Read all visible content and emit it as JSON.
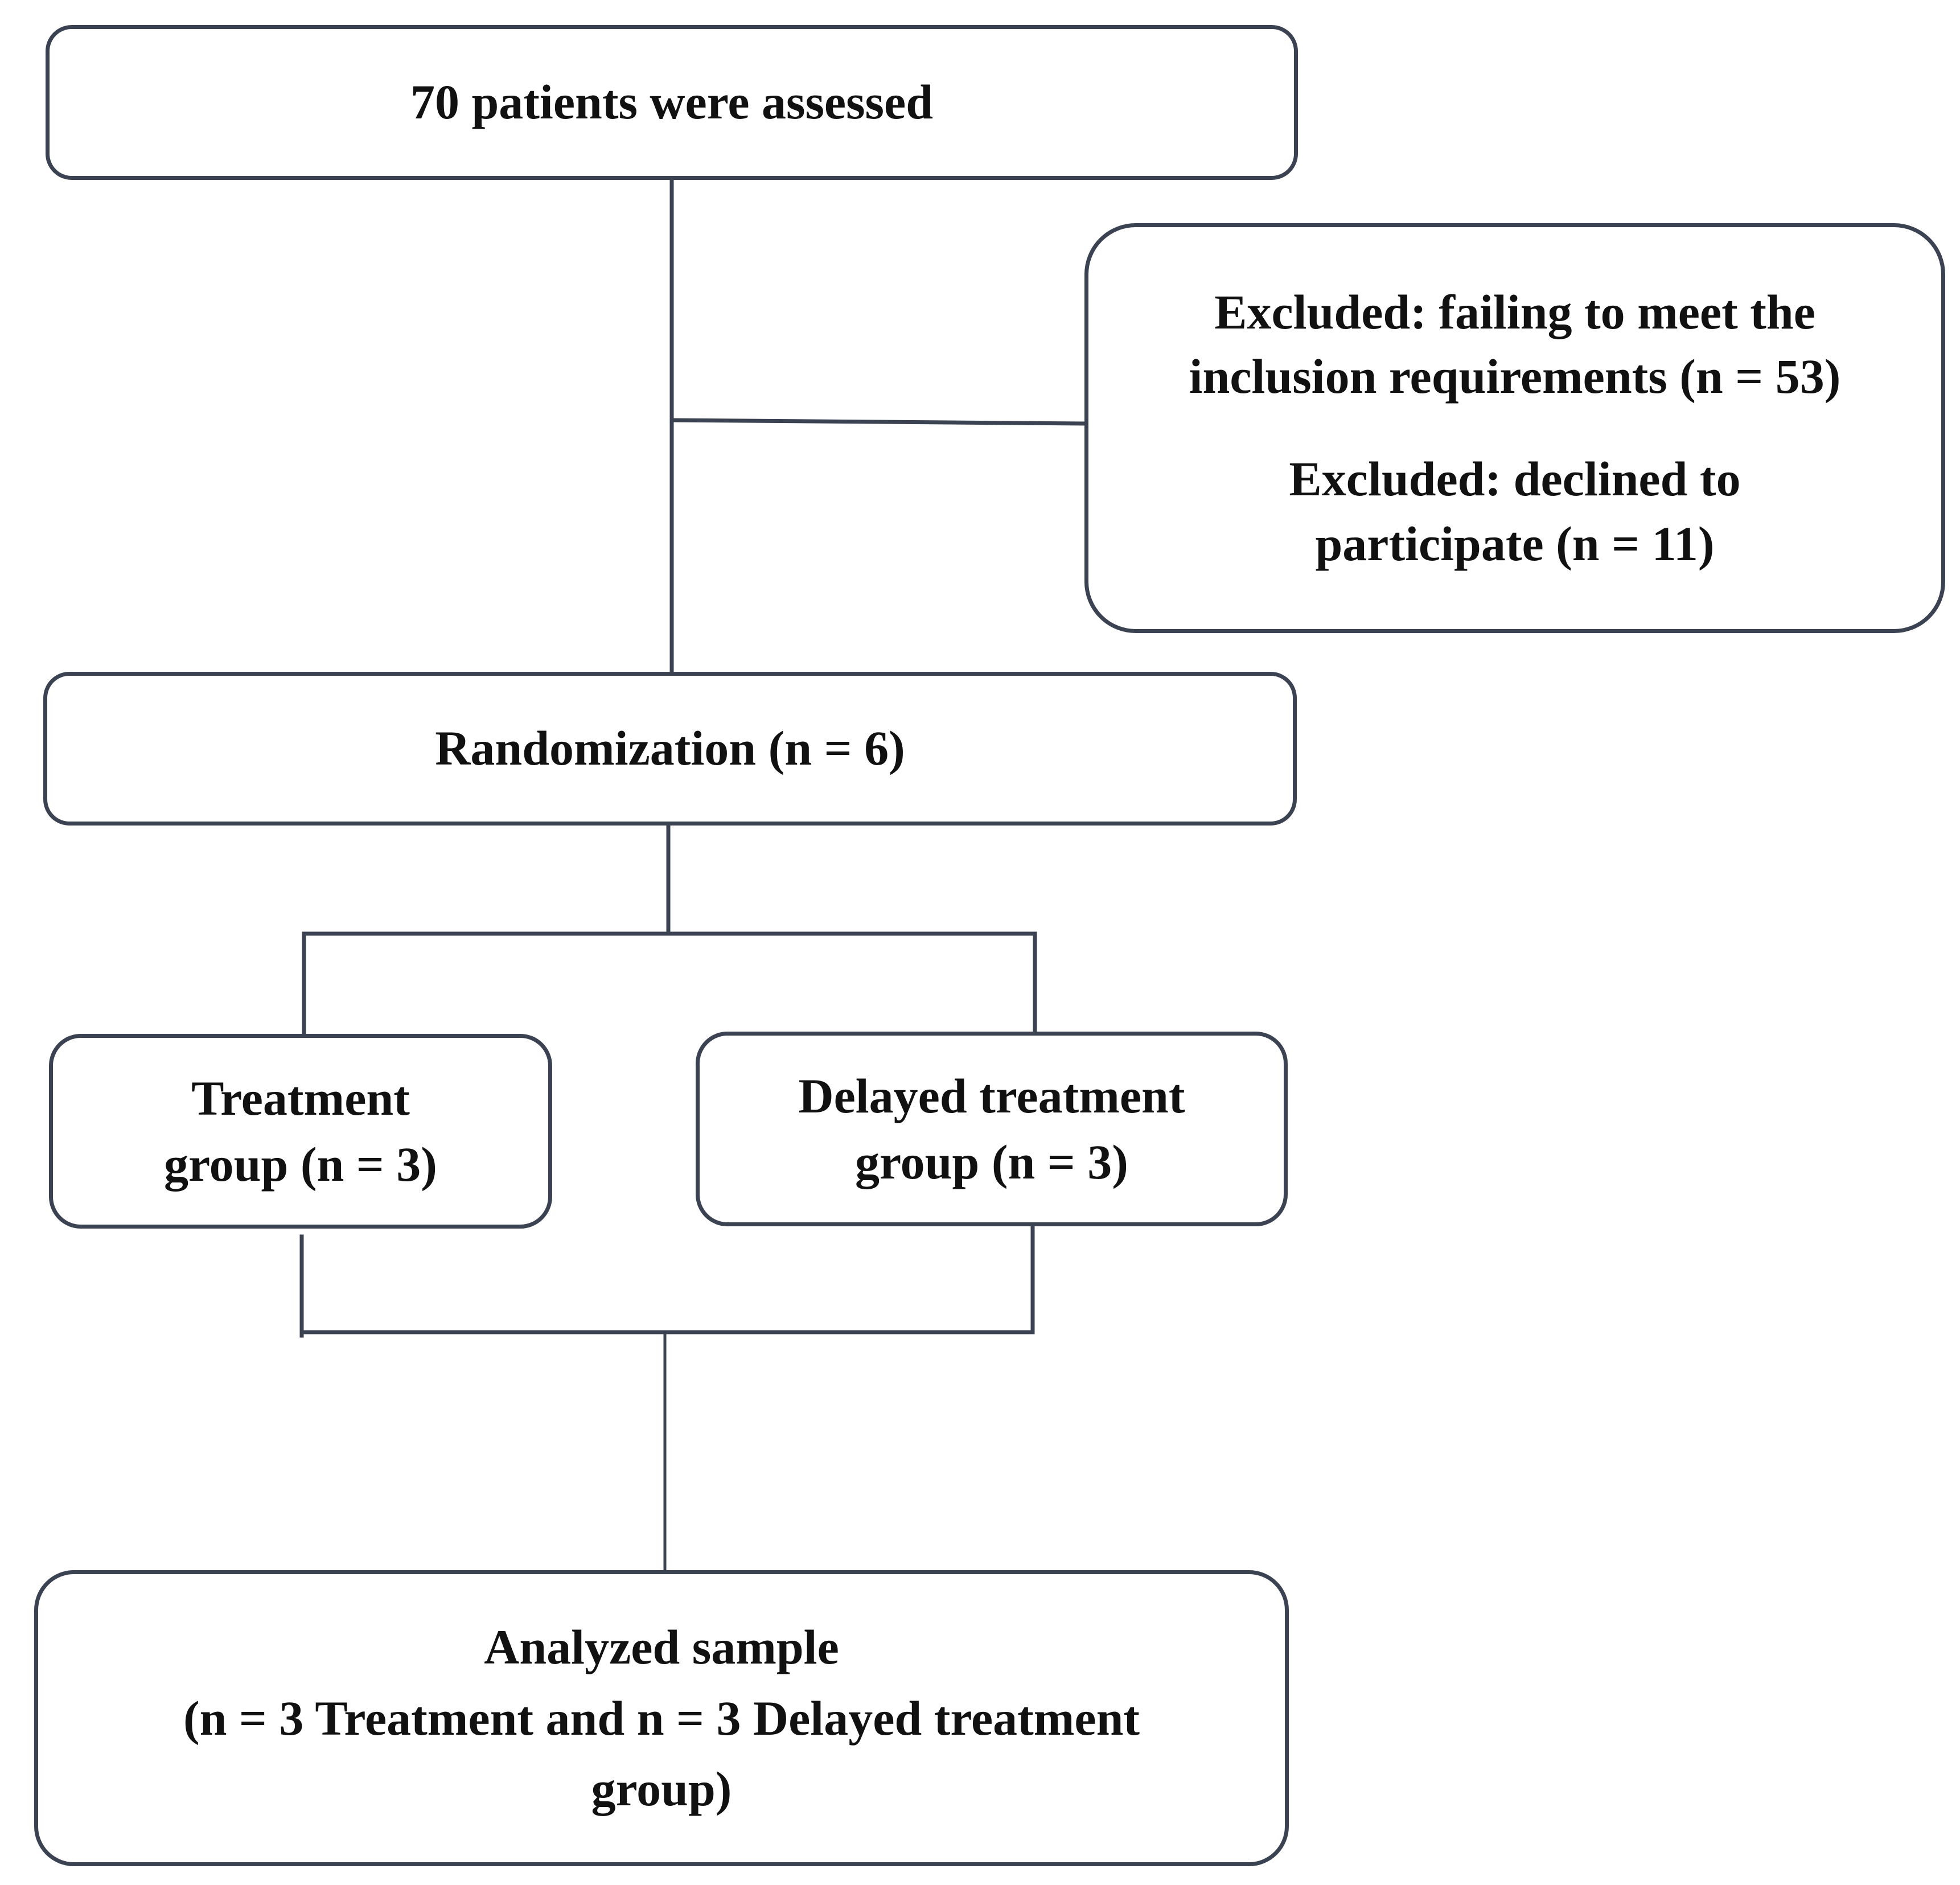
{
  "diagram": {
    "assessed": {
      "text": "70 patients were assessed"
    },
    "excluded": {
      "line1": "Excluded:  failing to meet the",
      "line2": "inclusion requirements (n = 53)",
      "line3": "Excluded: declined to",
      "line4": "participate  (n = 11)"
    },
    "randomization": {
      "text": "Randomization  (n = 6)"
    },
    "treatment": {
      "line1": "Treatment",
      "line2": "group  (n = 3)"
    },
    "delayed": {
      "line1": "Delayed treatment",
      "line2": "group  (n = 3)"
    },
    "analyzed": {
      "line1": "Analyzed sample",
      "line2": "(n = 3 Treatment and n = 3 Delayed treatment",
      "line3": "group)"
    },
    "colors": {
      "border": "#3b4252",
      "connector": "#3b4252",
      "text": "#111111",
      "background": "#ffffff"
    }
  }
}
